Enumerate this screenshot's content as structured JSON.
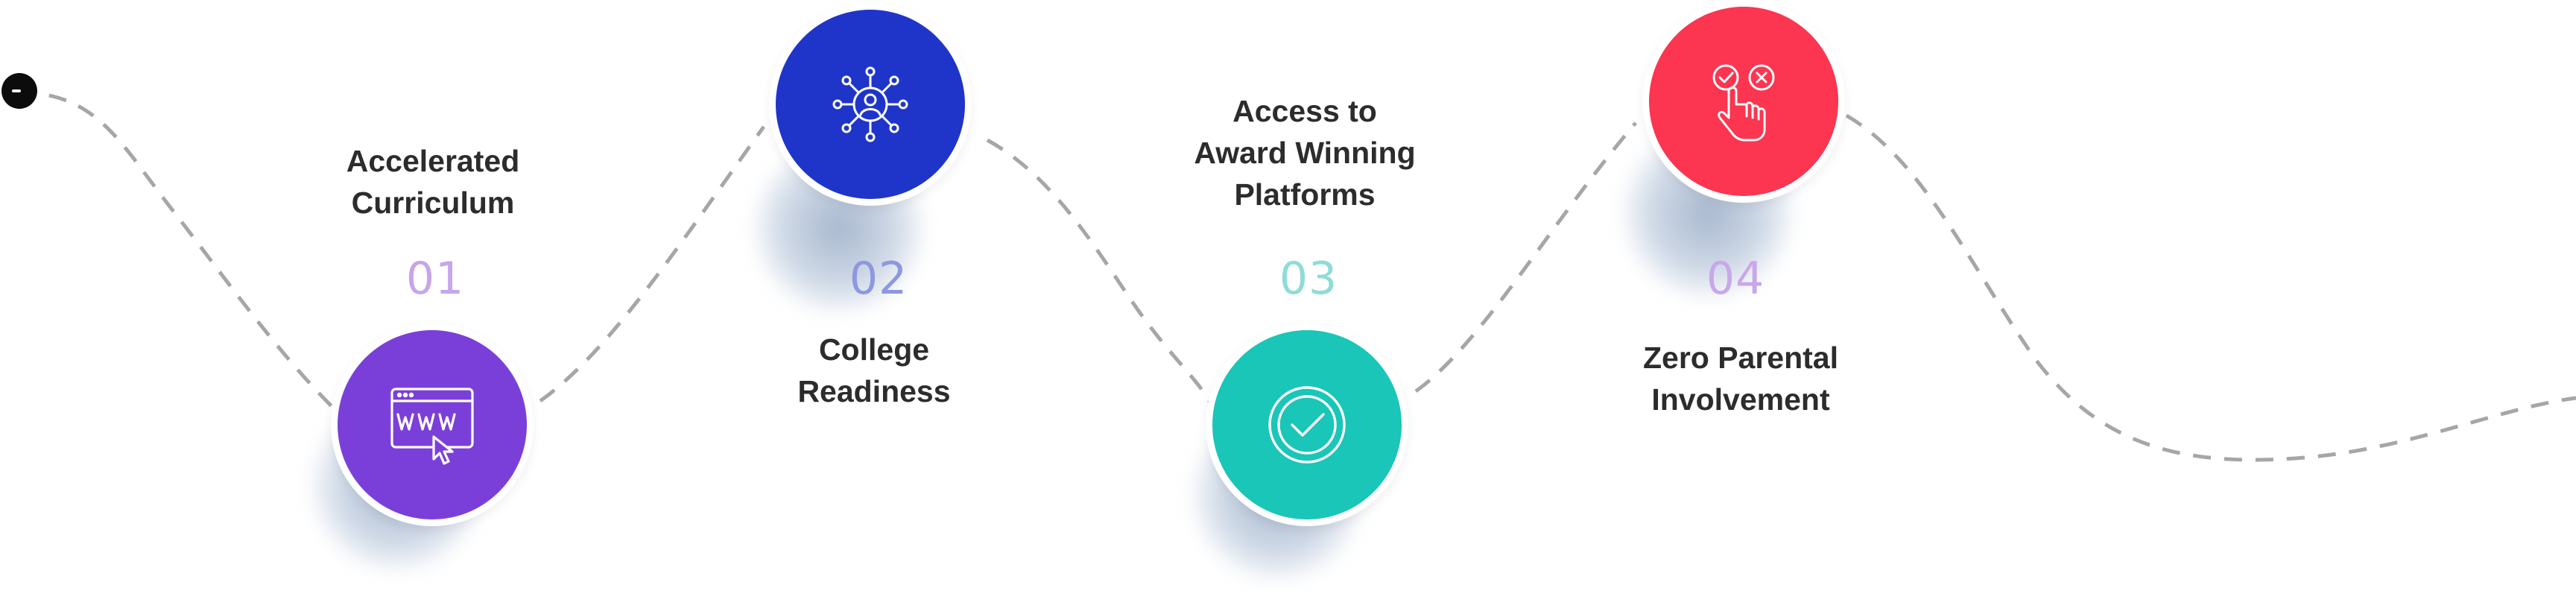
{
  "colors": {
    "path": "#a6a6a6",
    "purple": "#7b3fd9",
    "blue": "#1f35c9",
    "teal": "#19c6b8",
    "red": "#fc3550",
    "num_purple": "#c7a5ea",
    "num_blue": "#8d98df",
    "num_teal": "#8fdcd6",
    "num_violet": "#c9a7ea"
  },
  "steps": [
    {
      "number": "01",
      "title": "Accelerated\nCurriculum",
      "icon": "browser-www-icon",
      "circle_color": "#7b3fd9",
      "number_color": "#c7a5ea"
    },
    {
      "number": "02",
      "title": "College\nReadiness",
      "icon": "network-person-icon",
      "circle_color": "#1f35c9",
      "number_color": "#8d98df"
    },
    {
      "number": "03",
      "title": "Access to\nAward Winning\nPlatforms",
      "icon": "check-badge-icon",
      "circle_color": "#19c6b8",
      "number_color": "#8fdcd6"
    },
    {
      "number": "04",
      "title": "Zero Parental\nInvolvement",
      "icon": "hand-choice-icon",
      "circle_color": "#fc3550",
      "number_color": "#c9a7ea"
    }
  ]
}
